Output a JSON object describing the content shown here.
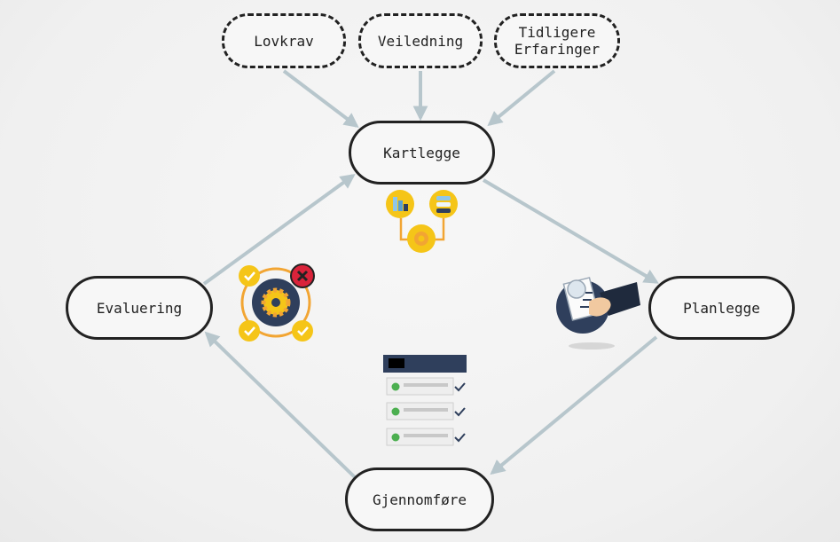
{
  "inputs": [
    {
      "label": "Lovkrav"
    },
    {
      "label": "Veiledning"
    },
    {
      "label": "Tidligere\nErfaringer"
    }
  ],
  "cycle": {
    "kartlegge": "Kartlegge",
    "planlegge": "Planlegge",
    "gjennomfore": "Gjennomføre",
    "evaluering": "Evaluering"
  },
  "colors": {
    "arrow": "#b7c6cc",
    "outline": "#222222",
    "accent_yellow": "#f5c518",
    "accent_orange": "#f2a533",
    "navy": "#2f3f5c",
    "error_red": "#d9233a",
    "check_green": "#4caf50"
  },
  "icons": [
    "process-flow-icon",
    "checklist-hand-icon",
    "task-list-icon",
    "gear-cycle-icon"
  ]
}
